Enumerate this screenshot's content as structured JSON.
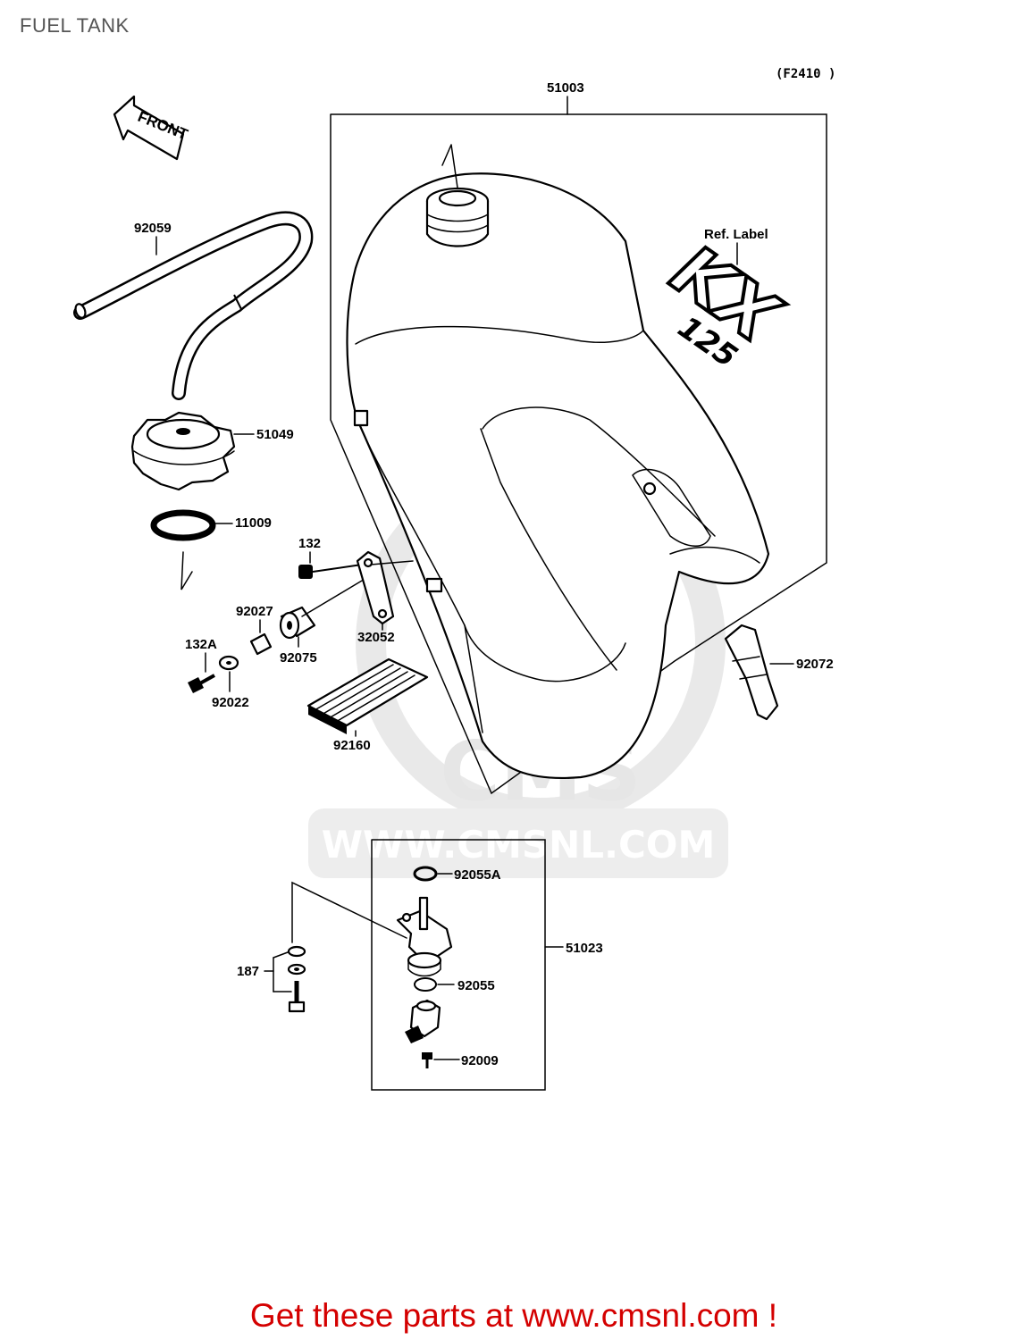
{
  "page": {
    "title": "FUEL TANK"
  },
  "diagram": {
    "figure_code": "(F2410 )",
    "front_arrow_text": "FRONT",
    "ref_label": "Ref. Label",
    "decal_text_main": "KX",
    "decal_text_sub": "125",
    "watermark_text": "WWW.CMSNL.COM",
    "watermark_logo_text": "CMS",
    "part_labels": {
      "p51003": "51003",
      "p92059": "92059",
      "p51049": "51049",
      "p11009": "11009",
      "p132": "132",
      "p32052": "32052",
      "p92027": "92027",
      "p92075": "92075",
      "p132A": "132A",
      "p92022": "92022",
      "p92160": "92160",
      "p92072": "92072",
      "p92055A": "92055A",
      "p51023": "51023",
      "p187": "187",
      "p92055": "92055",
      "p92009": "92009"
    }
  },
  "promo": {
    "text": "Get these parts at www.cmsnl.com !"
  },
  "colors": {
    "promo": "#d40000",
    "title": "#555555",
    "watermark": "#e6e6e6",
    "line": "#000000"
  }
}
